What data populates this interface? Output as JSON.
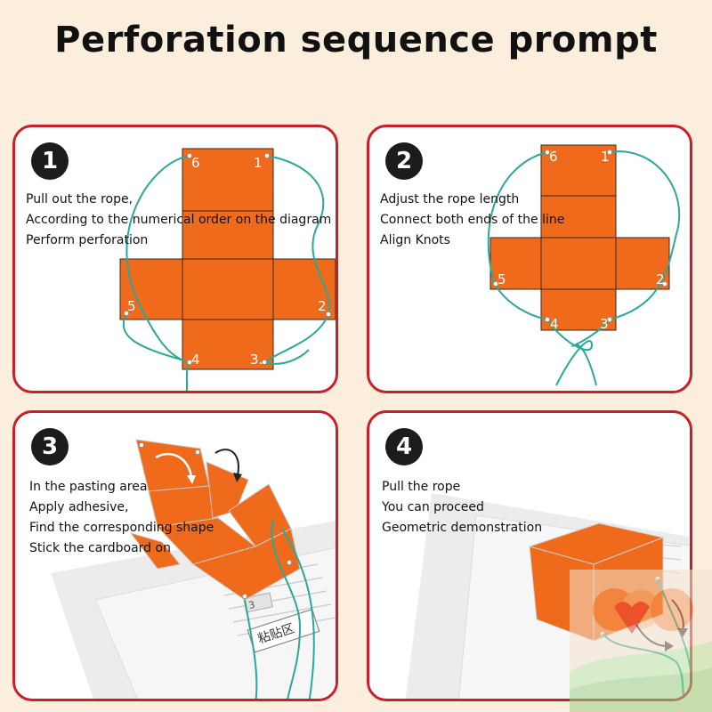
{
  "title": "Perforation sequence prompt",
  "colors": {
    "accent": "#c8202a",
    "cardboard": "#ef6a1a",
    "rope": "#2aa89a",
    "background": "#fbeedd"
  },
  "steps": [
    {
      "number": "1",
      "lines": [
        "Pull out the rope,",
        "According to the numerical order on the diagram",
        "Perform perforation"
      ],
      "labels": [
        "6",
        "1",
        "5",
        "2",
        "4",
        "3."
      ]
    },
    {
      "number": "2",
      "lines": [
        "Adjust the rope length",
        "Connect both ends of the line",
        "Align Knots"
      ],
      "labels": [
        "6",
        "1",
        "5",
        "2",
        "4",
        "3"
      ]
    },
    {
      "number": "3",
      "lines": [
        "In the pasting area",
        "Apply adhesive,",
        "Find the corresponding shape",
        "Stick the cardboard on"
      ],
      "paste_label": "粘贴区"
    },
    {
      "number": "4",
      "lines": [
        "Pull the rope",
        "You can proceed",
        "Geometric demonstration"
      ]
    }
  ]
}
